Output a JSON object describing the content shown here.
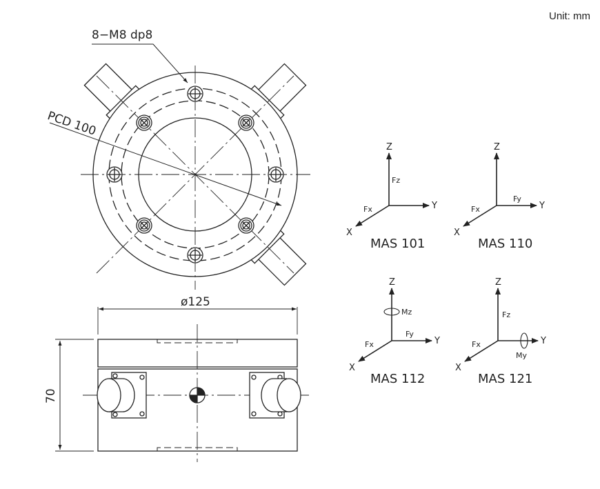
{
  "unit_label": "Unit: mm",
  "top_view": {
    "hole_callout": "8−M8  dp8",
    "pcd_label": "PCD 100"
  },
  "side_view": {
    "diameter_label": "ø125",
    "height_label": "70"
  },
  "axes": {
    "z": "Z",
    "y": "Y",
    "x": "X"
  },
  "models": [
    {
      "name": "MAS 101",
      "labels": {
        "fz": "Fz",
        "fx": "Fx"
      }
    },
    {
      "name": "MAS 110",
      "labels": {
        "fy": "Fy",
        "fx": "Fx"
      }
    },
    {
      "name": "MAS 112",
      "labels": {
        "mz": "Mz",
        "fy": "Fy",
        "fx": "Fx"
      }
    },
    {
      "name": "MAS 121",
      "labels": {
        "fz": "Fz",
        "my": "My",
        "fx": "Fx"
      }
    }
  ]
}
